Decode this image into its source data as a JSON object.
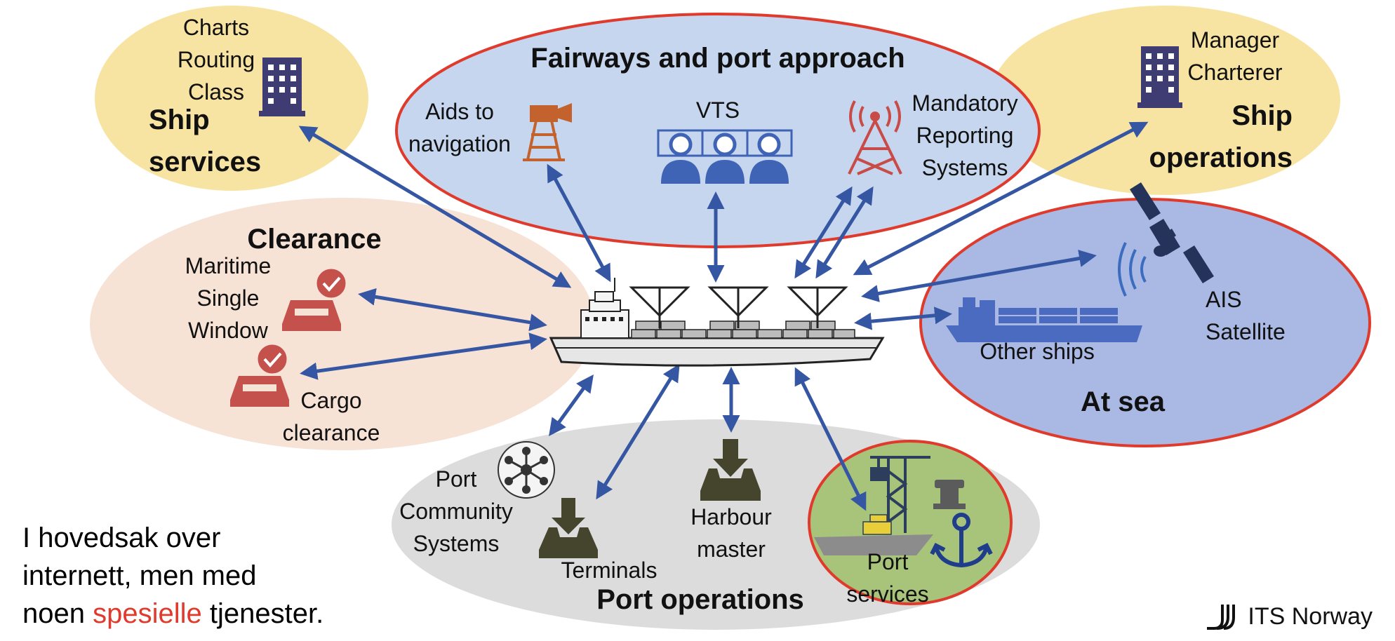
{
  "regions": {
    "ship_services": {
      "title": "Ship services",
      "items": [
        "Charts",
        "Routing",
        "Class"
      ]
    },
    "fairways": {
      "title": "Fairways and port approach",
      "aids": [
        "Aids to",
        "navigation"
      ],
      "vts": "VTS",
      "mandatory": [
        "Mandatory",
        "Reporting",
        "Systems"
      ]
    },
    "ship_operations": {
      "title": "Ship operations",
      "items": [
        "Manager",
        "Charterer"
      ]
    },
    "clearance": {
      "title": "Clearance",
      "msw": [
        "Maritime",
        "Single",
        "Window"
      ],
      "cargo": [
        "Cargo",
        "clearance"
      ]
    },
    "at_sea": {
      "title": "At sea",
      "other_ships": "Other ships",
      "ais": [
        "AIS",
        "Satellite"
      ]
    },
    "port_operations": {
      "title": "Port operations",
      "pcs": [
        "Port",
        "Community",
        "Systems"
      ],
      "terminals": "Terminals",
      "harbour": [
        "Harbour",
        "master"
      ],
      "port_services": [
        "Port",
        "services"
      ]
    }
  },
  "note": {
    "line1": "I hovedsak over",
    "line2": "internett, men med",
    "line3_pre": "noen ",
    "line3_highlight": "spesielle",
    "line3_post": " tjenester."
  },
  "logo": {
    "text": "ITS Norway"
  },
  "colors": {
    "arrow": "#3556a3",
    "highlight_ring": "#e03a2c",
    "ship_services_fill": "#f8e4a2",
    "fairways_fill": "#c5d6ee",
    "clearance_fill": "#f7e2d6",
    "at_sea_fill": "#a9b9e3",
    "port_ops_fill": "#dcdcdc",
    "port_services_fill": "#a8c47b",
    "note_highlight": "#e03a2c"
  }
}
